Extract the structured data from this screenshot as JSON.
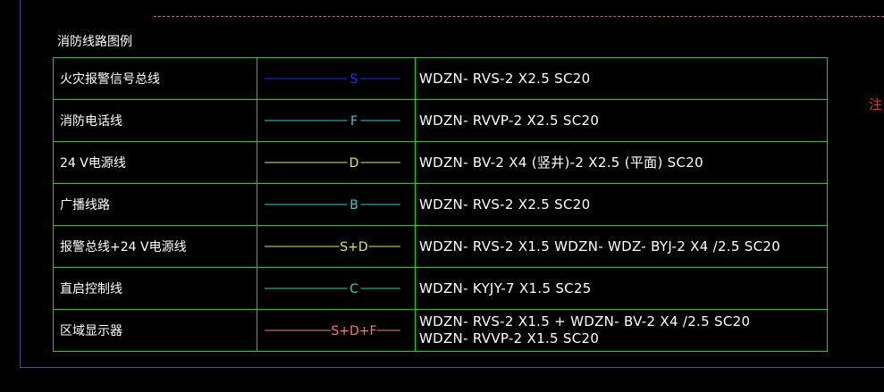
{
  "title": "消防线路图例",
  "note": "注:",
  "colors": {
    "grid": "#00e000",
    "blue": "#1a2cff",
    "cyan": "#33cccc",
    "yellow": "#e8e84a",
    "pink": "#ff7766"
  },
  "rows": [
    {
      "name": "火灾报警信号总线",
      "symbol": "S",
      "color": "#1a2cff",
      "spec": [
        "WDZN- RVS-2 X2.5  SC20"
      ]
    },
    {
      "name": "消防电话线",
      "symbol": "F",
      "color": "#33cccc",
      "spec": [
        "WDZN- RVVP-2 X2.5  SC20"
      ]
    },
    {
      "name": "24 V电源线",
      "symbol": "D",
      "color": "#e8e84a",
      "spec": [
        "WDZN- BV-2 X4 (竖井)-2 X2.5 (平面)  SC20"
      ]
    },
    {
      "name": "广播线路",
      "symbol": "B",
      "color": "#33cccc",
      "spec": [
        "WDZN- RVS-2 X2.5  SC20"
      ]
    },
    {
      "name": "报警总线+24 V电源线",
      "symbol": "S+D",
      "color": "#e8e84a",
      "spec": [
        "WDZN- RVS-2 X1.5 WDZN- WDZ- BYJ-2 X4 /2.5  SC20"
      ]
    },
    {
      "name": "直启控制线",
      "symbol": "C",
      "color": "#33cccc",
      "spec": [
        "WDZN- KYJY-7 X1.5  SC25"
      ]
    },
    {
      "name": "区域显示器",
      "symbol": "S+D+F",
      "color": "#ff7766",
      "spec": [
        "WDZN- RVS-2 X1.5 + WDZN- BV-2 X4 /2.5  SC20",
        "WDZN- RVVP-2 X1.5  SC20"
      ]
    }
  ]
}
